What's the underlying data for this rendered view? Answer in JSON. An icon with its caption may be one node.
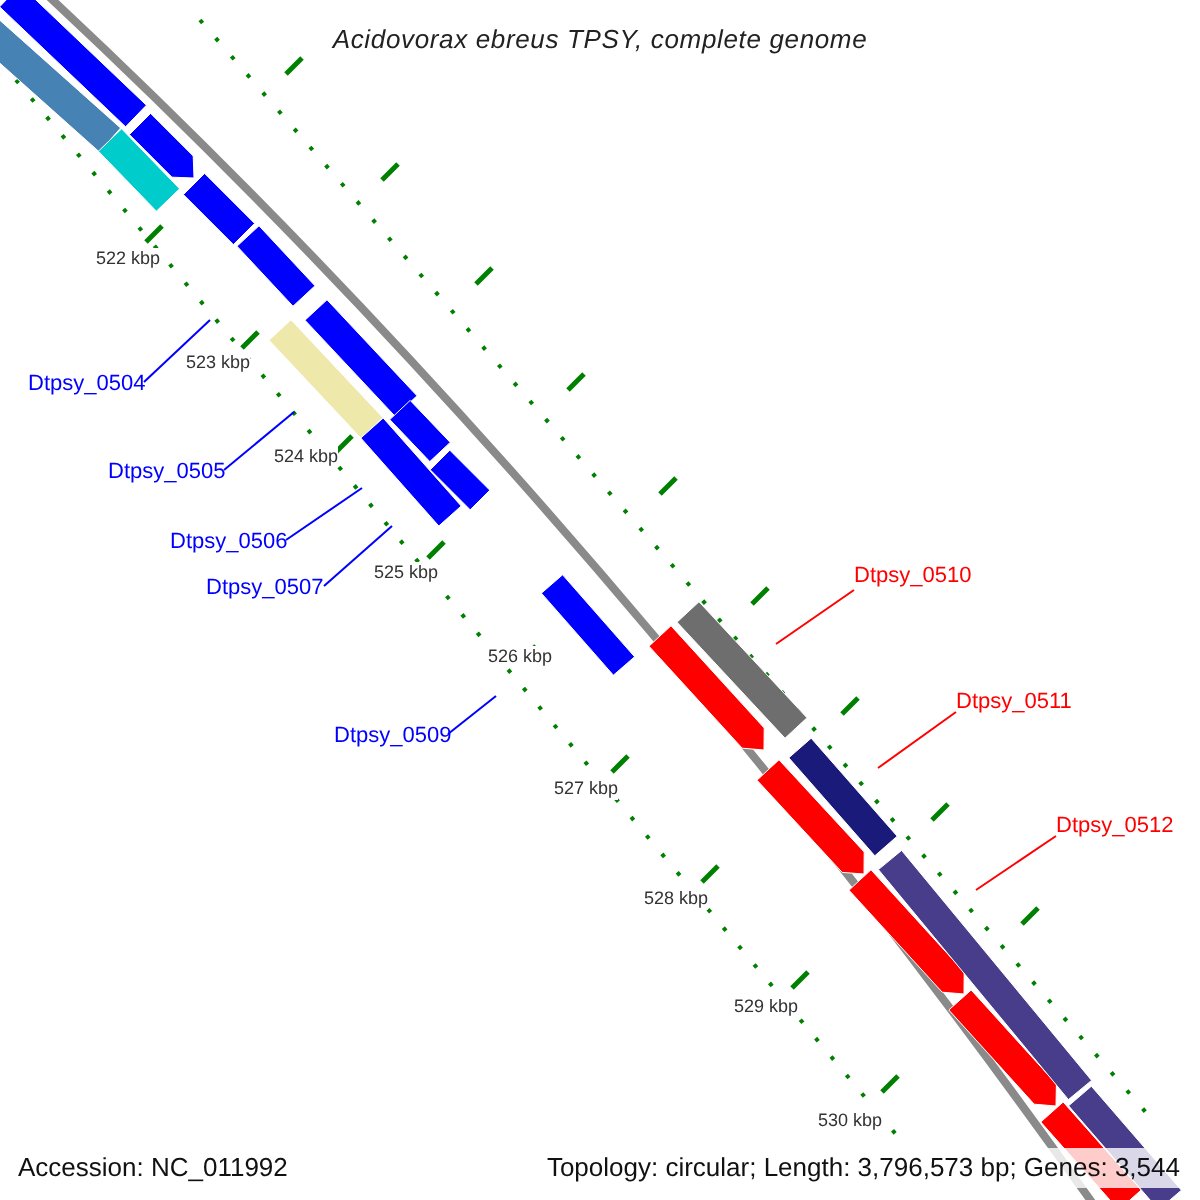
{
  "diagram": {
    "title": "Acidovorax ebreus TPSY, complete genome",
    "nodes": [
      {
        "text": [
          "Dtpsy_0504"
        ]
      },
      {
        "text": [
          "Dtpsy_0505"
        ]
      },
      {
        "text": [
          "Dtpsy_0506"
        ]
      },
      {
        "text": [
          "Dtpsy_0507"
        ]
      },
      {
        "text": [
          "Dtpsy_0509"
        ]
      },
      {
        "text": [
          "Dtpsy_0510"
        ]
      },
      {
        "text": [
          "Dtpsy_0511"
        ]
      },
      {
        "text": [
          "Dtpsy_0512"
        ]
      }
    ],
    "edges": [
      {
        "from": 0,
        "to": null,
        "arrow": "none"
      },
      {
        "from": 1,
        "to": null,
        "arrow": "none"
      },
      {
        "from": 2,
        "to": null,
        "arrow": "none"
      },
      {
        "from": 3,
        "to": null,
        "arrow": "none"
      },
      {
        "from": 4,
        "to": null,
        "arrow": "none"
      },
      {
        "from": 5,
        "to": null,
        "arrow": "none",
        "color": "#ff0000"
      },
      {
        "from": 6,
        "to": null,
        "arrow": "none",
        "color": "#ff0000"
      },
      {
        "from": 7,
        "to": null,
        "arrow": "none",
        "color": "#ff0000"
      }
    ],
    "labels": [
      "522 kbp",
      "523 kbp",
      "524 kbp",
      "525 kbp",
      "526 kbp",
      "527 kbp",
      "528 kbp",
      "529 kbp",
      "530 kbp",
      "Accession: NC_011992",
      "Topology: circular; Length: 3,796,573 bp; Genes: 3,544"
    ]
  }
}
